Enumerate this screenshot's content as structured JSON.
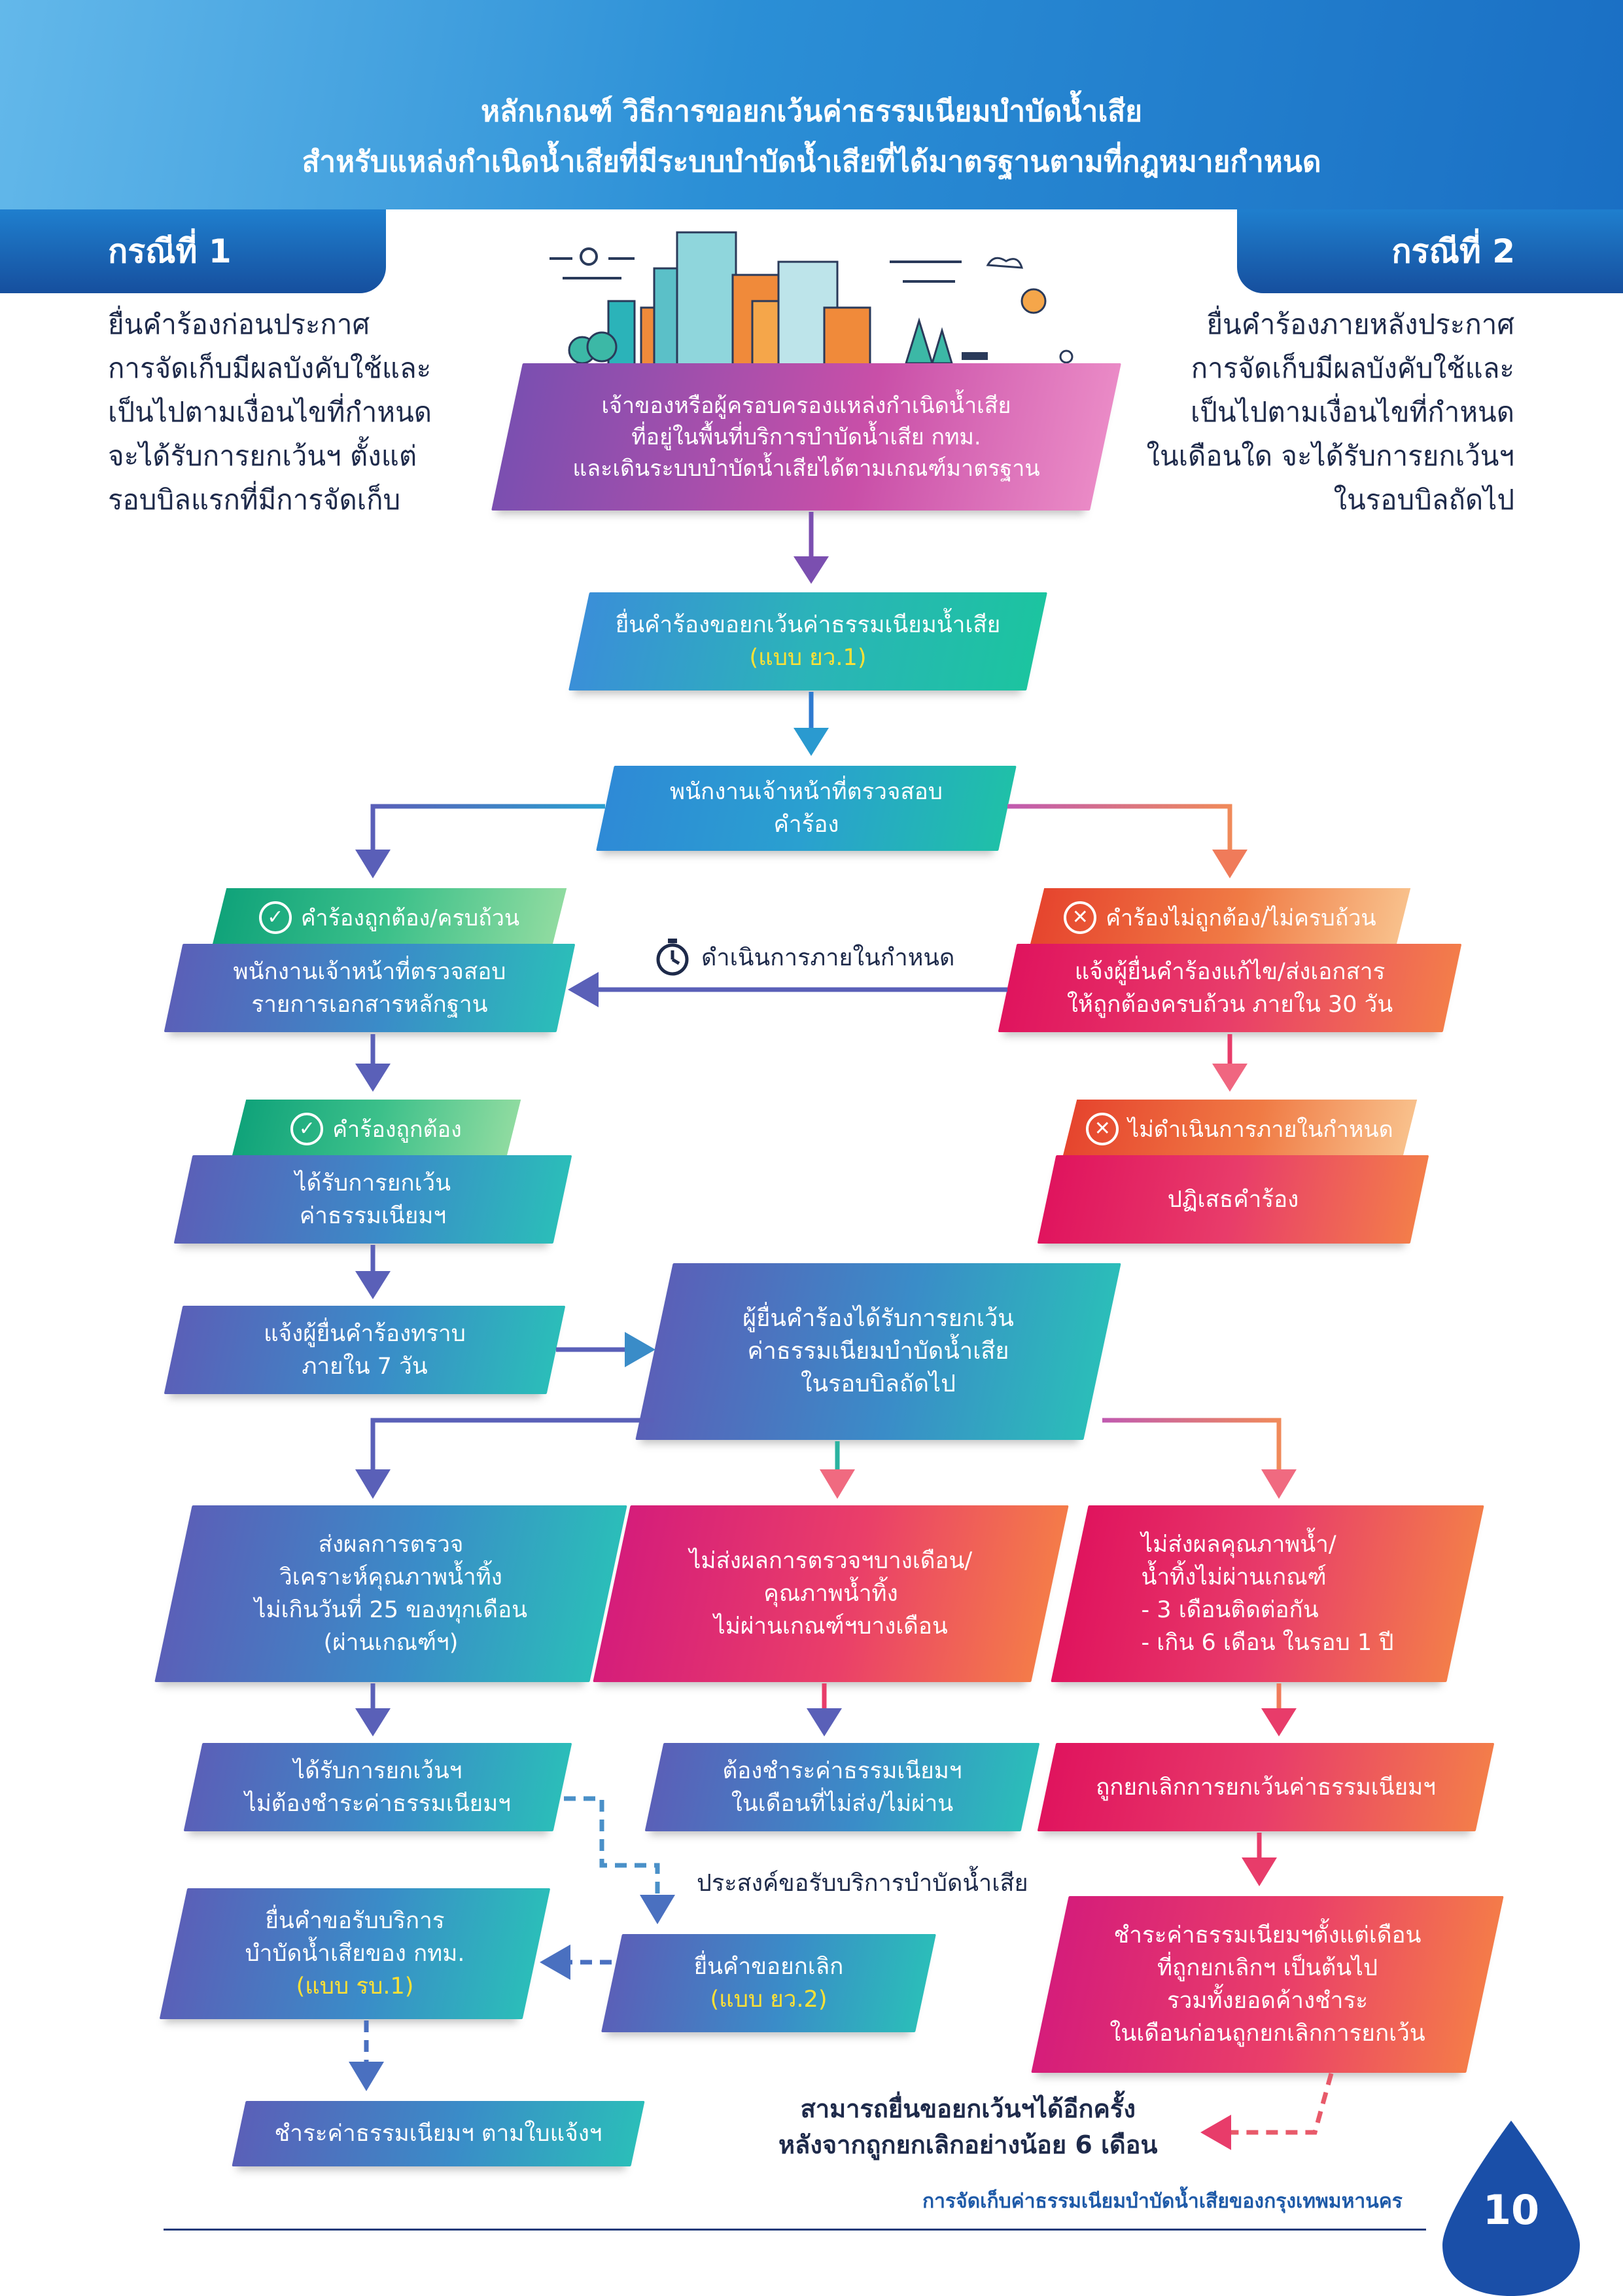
{
  "header": {
    "title_line1": "หลักเกณฑ์ วิธีการขอยกเว้นค่าธรรมเนียมบำบัดน้ำเสีย",
    "title_line2": "สำหรับแหล่งกำเนิดน้ำเสียที่มีระบบบำบัดน้ำเสียที่ได้มาตรฐานตามที่กฎหมายกำหนด"
  },
  "case1": {
    "label": "กรณีที่ 1",
    "lines": [
      "ยื่นคำร้องก่อนประกาศ",
      "การจัดเก็บมีผลบังคับใช้และ",
      "เป็นไปตามเงื่อนไขที่กำหนด",
      "จะได้รับการยกเว้นฯ ตั้งแต่",
      "รอบบิลแรกที่มีการจัดเก็บ"
    ]
  },
  "case2": {
    "label": "กรณีที่ 2",
    "lines": [
      "ยื่นคำร้องภายหลังประกาศ",
      "การจัดเก็บมีผลบังคับใช้และ",
      "เป็นไปตามเงื่อนไขที่กำหนด",
      "ในเดือนใด จะได้รับการยกเว้นฯ",
      "ในรอบบิลถัดไป"
    ]
  },
  "nodes": {
    "owner": [
      "เจ้าของหรือผู้ครอบครองแหล่งกำเนิดน้ำเสีย",
      "ที่อยู่ในพื้นที่บริการบำบัดน้ำเสีย กทม.",
      "และเดินระบบบำบัดน้ำเสียได้ตามเกณฑ์มาตรฐาน"
    ],
    "submit": "ยื่นคำร้องขอยกเว้นค่าธรรมเนียมน้ำเสีย",
    "submit_form": "(แบบ ยว.1)",
    "officer": "พนักงานเจ้าหน้าที่ตรวจสอบคำร้อง",
    "check_docs": [
      "พนักงานเจ้าหน้าที่ตรวจสอบ",
      "รายการเอกสารหลักฐาน"
    ],
    "notify_fix": [
      "แจ้งผู้ยื่นคำร้องแก้ไข/ส่งเอกสาร",
      "ให้ถูกต้องครบถ้วน ภายใน 30 วัน"
    ],
    "exempted": [
      "ได้รับการยกเว้น",
      "ค่าธรรมเนียมฯ"
    ],
    "reject": "ปฏิเสธคำร้อง",
    "notify7": [
      "แจ้งผู้ยื่นคำร้องทราบ",
      "ภายใน 7 วัน"
    ],
    "next_bill": [
      "ผู้ยื่นคำร้องได้รับการยกเว้น",
      "ค่าธรรมเนียมบำบัดน้ำเสีย",
      "ในรอบบิลถัดไป"
    ],
    "send_results": [
      "ส่งผลการตรวจ",
      "วิเคราะห์คุณภาพน้ำทิ้ง",
      "ไม่เกินวันที่ 25 ของทุกเดือน",
      "(ผ่านเกณฑ์ฯ)"
    ],
    "not_send_some": [
      "ไม่ส่งผลการตรวจฯบางเดือน/",
      "คุณภาพน้ำทิ้ง",
      "ไม่ผ่านเกณฑ์ฯบางเดือน"
    ],
    "not_send_quality": [
      "ไม่ส่งผลคุณภาพน้ำ/",
      "น้ำทิ้งไม่ผ่านเกณฑ์",
      "- 3 เดือนติดต่อกัน",
      "- เกิน 6 เดือน ในรอบ 1 ปี"
    ],
    "no_fee": [
      "ได้รับการยกเว้นฯ",
      "ไม่ต้องชำระค่าธรรมเนียมฯ"
    ],
    "pay_months": [
      "ต้องชำระค่าธรรมเนียมฯ",
      "ในเดือนที่ไม่ส่ง/ไม่ผ่าน"
    ],
    "cancelled": "ถูกยกเลิกการยกเว้นค่าธรรมเนียมฯ",
    "apply_service": [
      "ยื่นคำขอรับบริการ",
      "บำบัดน้ำเสียของ กทม."
    ],
    "apply_service_form": "(แบบ รบ.1)",
    "cancel_request": "ยื่นคำขอยกเลิก",
    "cancel_request_form": "(แบบ ยว.2)",
    "pay_from": [
      "ชำระค่าธรรมเนียมฯตั้งแต่เดือน",
      "ที่ถูกยกเลิกฯ เป็นต้นไป",
      "รวมทั้งยอดค้างชำระ",
      "ในเดือนก่อนถูกยกเลิกการยกเว้น"
    ],
    "pay_invoice": "ชำระค่าธรรมเนียมฯ ตามใบแจ้งฯ"
  },
  "tags": {
    "correct_complete": "คำร้องถูกต้อง/ครบถ้วน",
    "incorrect_incomplete": "คำร้องไม่ถูกต้อง/ไม่ครบถ้วน",
    "correct": "คำร้องถูกต้อง",
    "not_in_time": "ไม่ดำเนินการภายในกำหนด"
  },
  "notes": {
    "within_deadline": "ดำเนินการภายในกำหนด",
    "want_service": "ประสงค์ขอรับบริการบำบัดน้ำเสีย",
    "reapply": [
      "สามารถยื่นขอยกเว้นฯได้อีกครั้ง",
      "หลังจากถูกยกเลิกอย่างน้อย 6 เดือน"
    ]
  },
  "footer": {
    "text": "การจัดเก็บค่าธรรมเนียมบำบัดน้ำเสียของกรุงเทพมหานคร",
    "page": "10"
  },
  "colors": {
    "header_blue": "#2b8fd6",
    "case_tab": "#1a5fb0",
    "yellow_text": "#ffe135",
    "drop_blue": "#1a4fa8"
  }
}
